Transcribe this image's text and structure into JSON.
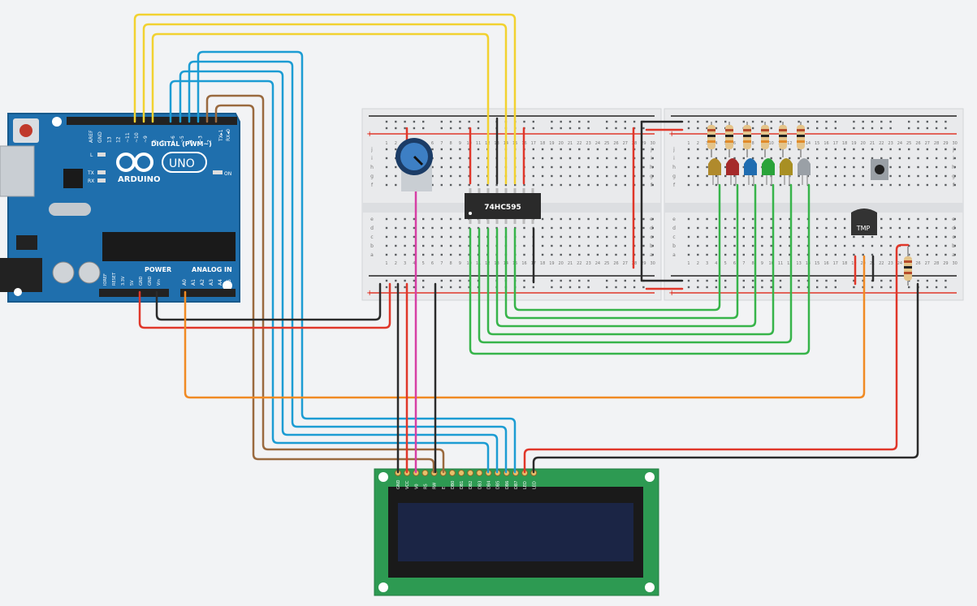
{
  "arduino": {
    "brand": "ARDUINO",
    "model": "UNO",
    "digital_label": "DIGITAL (PWM~)",
    "power_label": "POWER",
    "analog_label": "ANALOG IN",
    "on_label": "ON",
    "l_label": "L",
    "tx_label": "TX",
    "rx_label": "RX",
    "tx_pin_label": "TX▸1",
    "rx_pin_label": "RX◂0",
    "digital_pins": [
      "AREF",
      "GND",
      "13",
      "12",
      "~11",
      "~10",
      "~9",
      "8",
      "7",
      "~6",
      "~5",
      "4",
      "~3",
      "2"
    ],
    "power_pins": [
      "IOREF",
      "RESET",
      "3.3V",
      "5V",
      "GND",
      "GND",
      "Vin"
    ],
    "analog_pins": [
      "A0",
      "A1",
      "A2",
      "A3",
      "A4",
      "A5"
    ]
  },
  "breadboard": {
    "column_numbers": [
      "1",
      "2",
      "3",
      "4",
      "5",
      "6",
      "7",
      "8",
      "9",
      "10",
      "11",
      "12",
      "13",
      "14",
      "15",
      "16",
      "17",
      "18",
      "19",
      "20",
      "21",
      "22",
      "23",
      "24",
      "25",
      "26",
      "27",
      "28",
      "29",
      "30"
    ],
    "row_letters_top": [
      "j",
      "i",
      "h",
      "g",
      "f"
    ],
    "row_letters_bottom": [
      "e",
      "d",
      "c",
      "b",
      "a"
    ],
    "plus": "+",
    "minus": "-"
  },
  "ic_label": "74HC595",
  "sensor_label": "TMP",
  "lcd": {
    "pins": [
      "GND",
      "VCC",
      "V0",
      "RS",
      "RW",
      "E",
      "DB0",
      "DB1",
      "DB2",
      "DB3",
      "DB4",
      "DB5",
      "DB6",
      "DB7",
      "LED",
      "LED"
    ]
  },
  "colors": {
    "background": "#f2f3f5",
    "arduino_board": "#1f6fad",
    "breadboard": "#e9eaec",
    "lcd_pcb": "#2d9a52",
    "lcd_screen": "#1b2545",
    "wire_yellow": "#f2d230",
    "wire_blue": "#1c9cd3",
    "wire_brown": "#9a6a3f",
    "wire_red": "#e0372a",
    "wire_black": "#2b2b2b",
    "wire_green": "#37b44a",
    "wire_orange": "#f08a24",
    "wire_magenta": "#d63fa5"
  },
  "leds": [
    {
      "color": "#b08a2c"
    },
    {
      "color": "#a52a2a"
    },
    {
      "color": "#1f6cb0"
    },
    {
      "color": "#2aa33a"
    },
    {
      "color": "#a88f23"
    },
    {
      "color": "#9aa0a6"
    }
  ]
}
